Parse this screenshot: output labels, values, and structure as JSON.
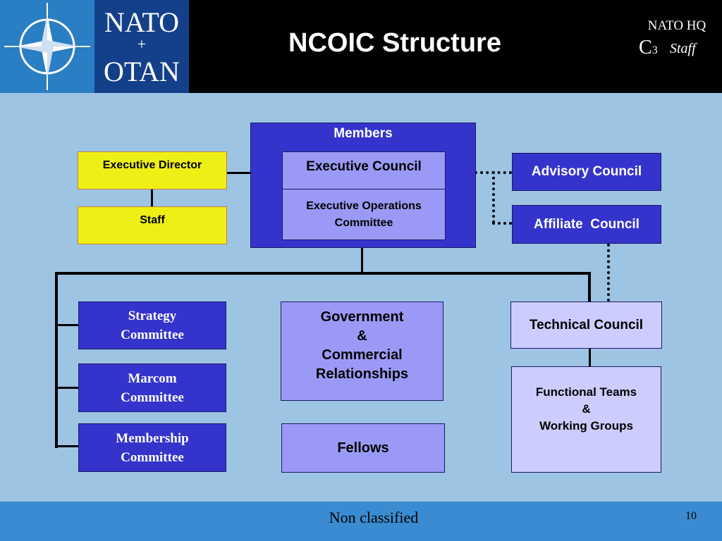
{
  "header": {
    "logo_line1": "NATO",
    "logo_line2": "+",
    "logo_line3": "OTAN",
    "title": "NCOIC Structure",
    "hq_label": "NATO HQ",
    "c3_label": "C",
    "c3_sub": "3",
    "staff_label": "Staff"
  },
  "org": {
    "members_label": "Members",
    "executive_director": "Executive Director",
    "staff": "Staff",
    "executive_council": "Executive Council",
    "executive_ops": "Executive Operations Committee",
    "advisory_council": "Advisory Council",
    "affiliate_council": "Affiliate  Council",
    "strategy_committee": "Strategy Committee",
    "marcom_committee": "Marcom Committee",
    "membership_committee": "Membership Committee",
    "gov_line1": "Government",
    "gov_line2": "&",
    "gov_line3": "Commercial Relationships",
    "fellows": "Fellows",
    "technical_council": "Technical Council",
    "ft_line1": "Functional Teams",
    "ft_line2": "&",
    "ft_line3": "Working Groups"
  },
  "footer": {
    "classification": "Non classified",
    "page_number": "10"
  },
  "colors": {
    "background": "#9ec4e4",
    "header": "#000000",
    "dark_blue_box": "#3434cc",
    "light_blue_box": "#9a9af6",
    "pale_box": "#ccccff",
    "yellow_box": "#eeef14",
    "footer": "#3b8bd0"
  }
}
